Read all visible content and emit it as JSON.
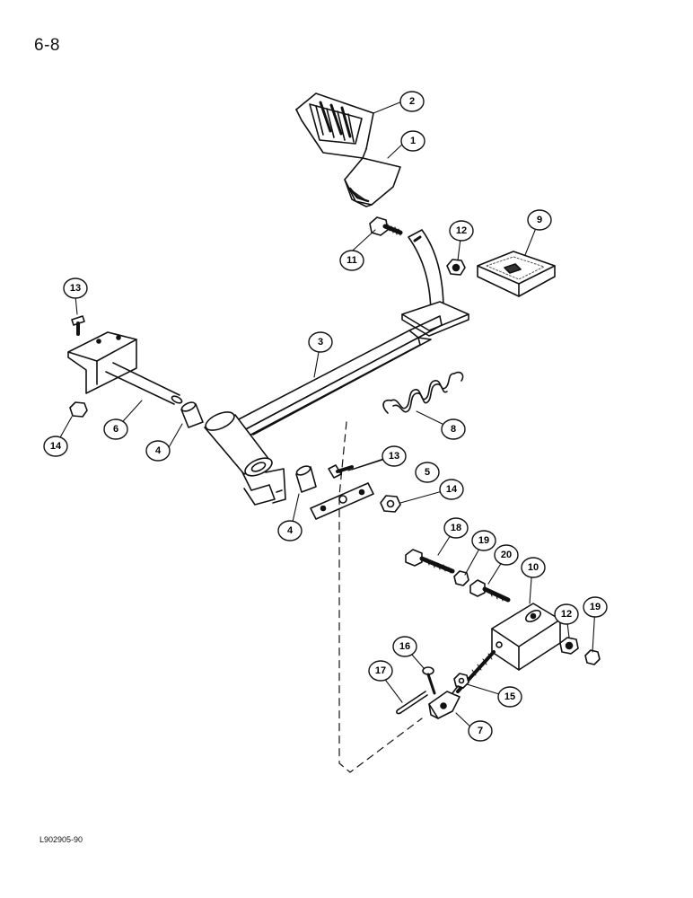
{
  "page": {
    "page_number": "6-8",
    "figure_code": "L902905-90"
  },
  "callouts": [
    {
      "id": "c1",
      "label": "1"
    },
    {
      "id": "c2",
      "label": "2"
    },
    {
      "id": "c3",
      "label": "3"
    },
    {
      "id": "c4a",
      "label": "4"
    },
    {
      "id": "c4b",
      "label": "4"
    },
    {
      "id": "c5",
      "label": "5"
    },
    {
      "id": "c6",
      "label": "6"
    },
    {
      "id": "c7",
      "label": "7"
    },
    {
      "id": "c8",
      "label": "8"
    },
    {
      "id": "c9",
      "label": "9"
    },
    {
      "id": "c10",
      "label": "10"
    },
    {
      "id": "c11",
      "label": "11"
    },
    {
      "id": "c12a",
      "label": "12"
    },
    {
      "id": "c12b",
      "label": "12"
    },
    {
      "id": "c13a",
      "label": "13"
    },
    {
      "id": "c13b",
      "label": "13"
    },
    {
      "id": "c14a",
      "label": "14"
    },
    {
      "id": "c14b",
      "label": "14"
    },
    {
      "id": "c15",
      "label": "15"
    },
    {
      "id": "c16",
      "label": "16"
    },
    {
      "id": "c17",
      "label": "17"
    },
    {
      "id": "c18",
      "label": "18"
    },
    {
      "id": "c19a",
      "label": "19"
    },
    {
      "id": "c19b",
      "label": "19"
    },
    {
      "id": "c20",
      "label": "20"
    }
  ]
}
